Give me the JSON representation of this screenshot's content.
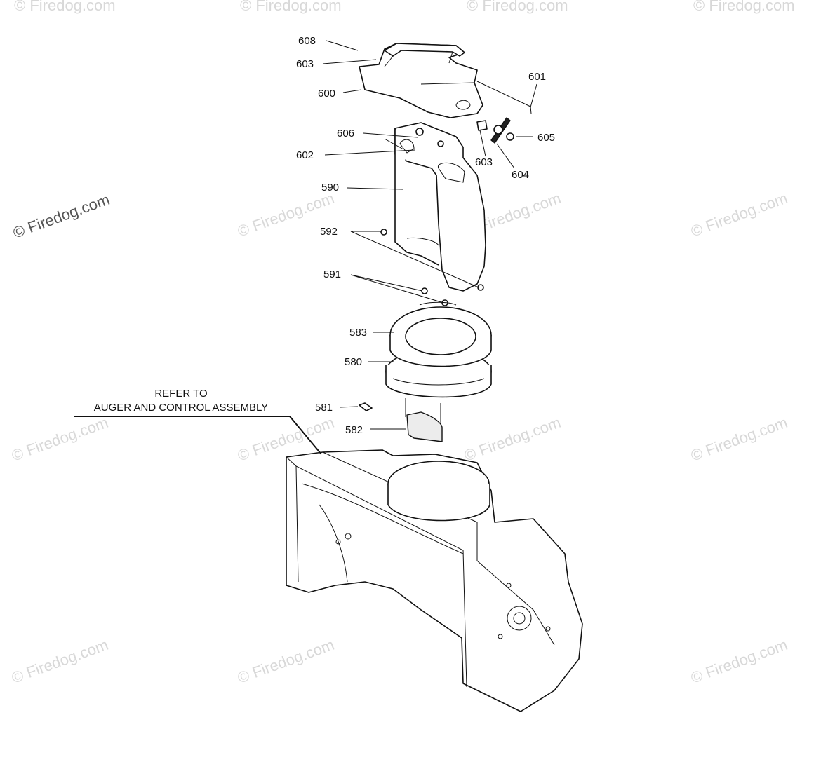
{
  "watermarks": {
    "primary": "© Firedog.com",
    "faint": "© Firedog.com"
  },
  "note": {
    "line1": "REFER TO",
    "line2": "AUGER AND CONTROL ASSEMBLY"
  },
  "callouts": [
    "608",
    "603",
    "600",
    "601",
    "606",
    "602",
    "605",
    "603",
    "604",
    "590",
    "592",
    "591",
    "583",
    "580",
    "581",
    "582"
  ]
}
